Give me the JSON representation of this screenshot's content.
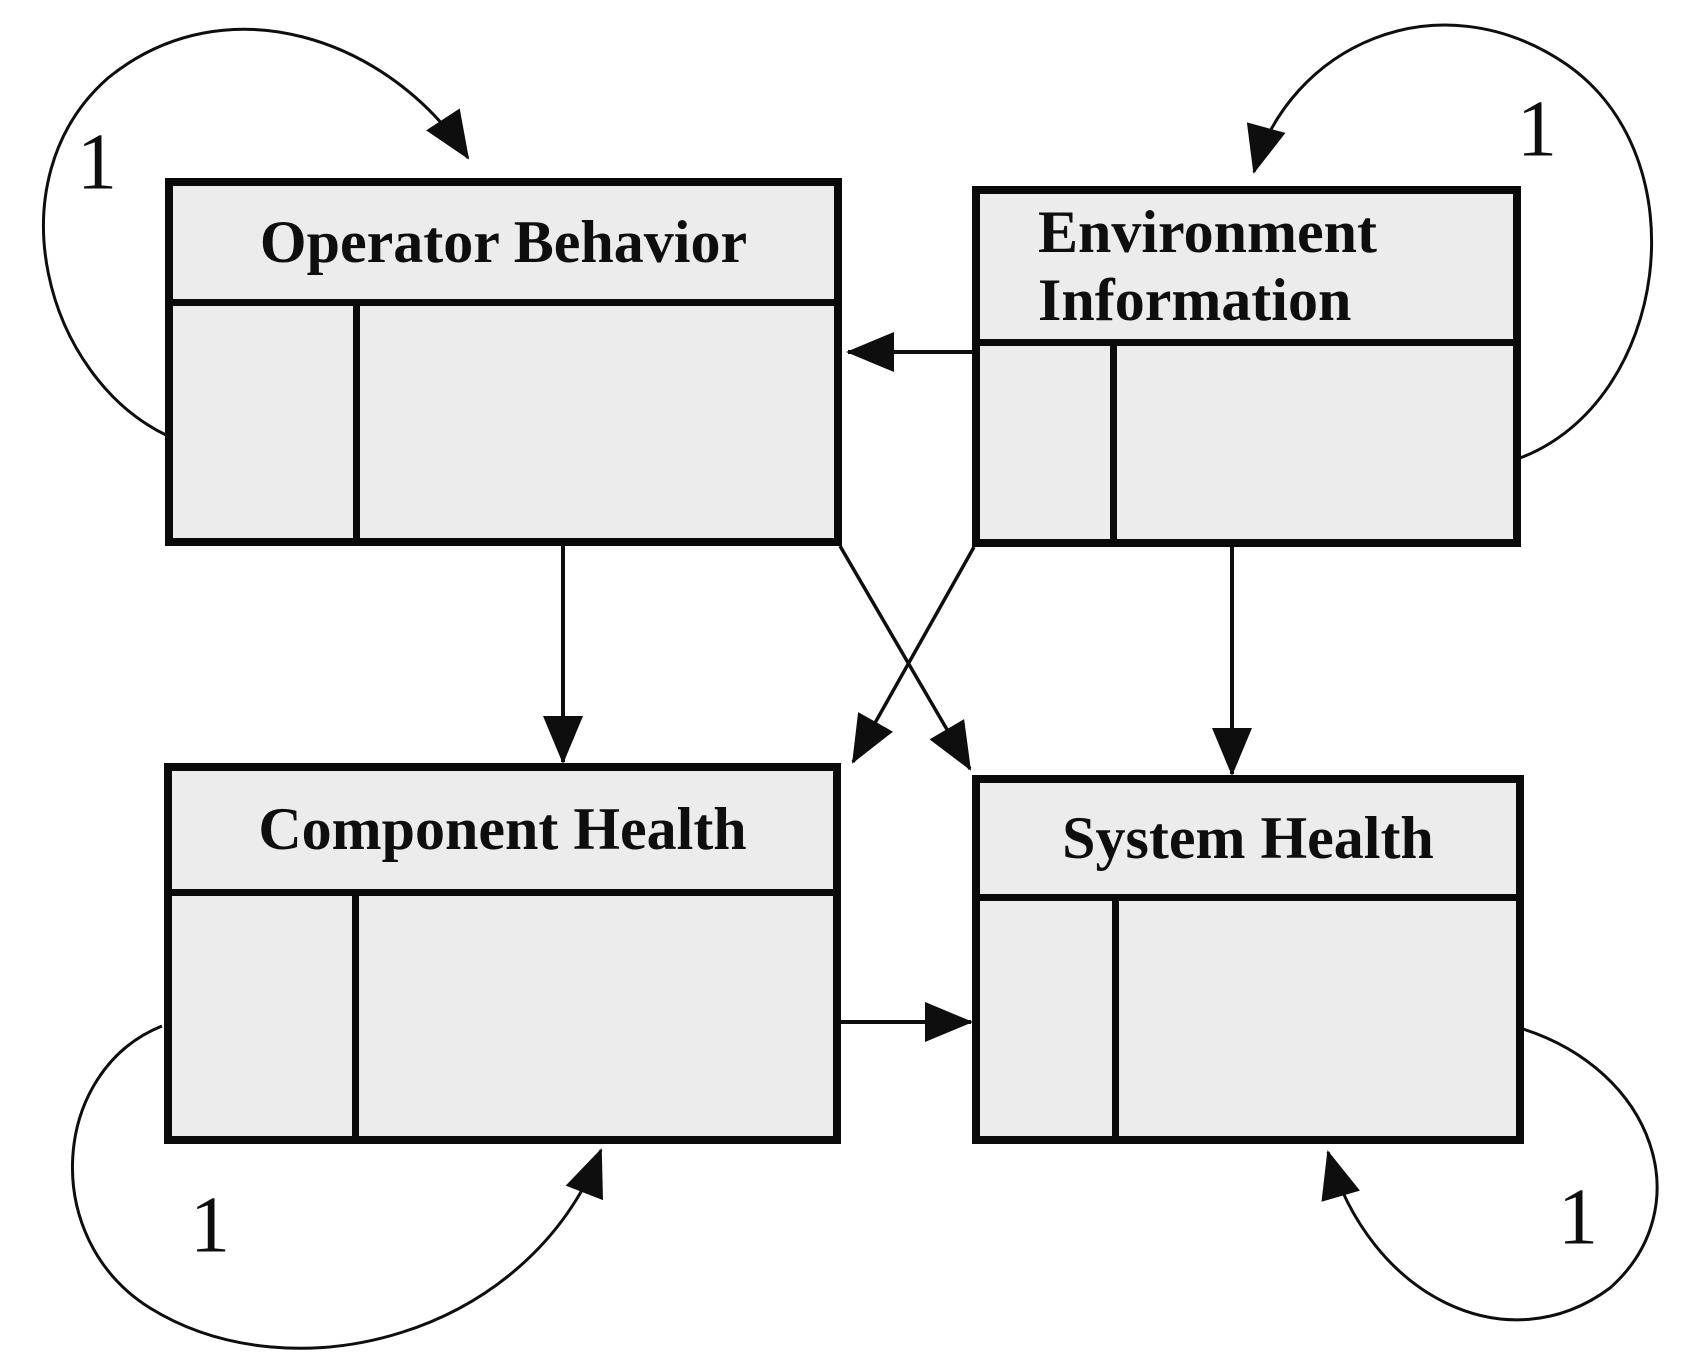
{
  "diagram": {
    "background_color": "#ffffff",
    "box_fill_color": "#ececec",
    "line_color": "#0a0a0a",
    "nodes": [
      {
        "id": "operator-behavior",
        "title": "Operator Behavior",
        "loop_label": "1"
      },
      {
        "id": "environment-information",
        "title": "Environment Information",
        "loop_label": "1"
      },
      {
        "id": "component-health",
        "title": "Component Health",
        "loop_label": "1"
      },
      {
        "id": "system-health",
        "title": "System Health",
        "loop_label": "1"
      }
    ],
    "edges": [
      {
        "from": "Environment Information",
        "to": "Operator Behavior",
        "type": "arrow"
      },
      {
        "from": "Operator Behavior",
        "to": "Component Health",
        "type": "arrow"
      },
      {
        "from": "Environment Information",
        "to": "System Health",
        "type": "arrow"
      },
      {
        "from": "Operator Behavior",
        "to": "System Health",
        "type": "arrow"
      },
      {
        "from": "Environment Information",
        "to": "Component Health",
        "type": "arrow"
      },
      {
        "from": "Component Health",
        "to": "System Health",
        "type": "arrow"
      },
      {
        "from": "Operator Behavior",
        "to": "Operator Behavior",
        "type": "self-loop",
        "label": "1"
      },
      {
        "from": "Environment Information",
        "to": "Environment Information",
        "type": "self-loop",
        "label": "1"
      },
      {
        "from": "Component Health",
        "to": "Component Health",
        "type": "self-loop",
        "label": "1"
      },
      {
        "from": "System Health",
        "to": "System Health",
        "type": "self-loop",
        "label": "1"
      }
    ]
  }
}
